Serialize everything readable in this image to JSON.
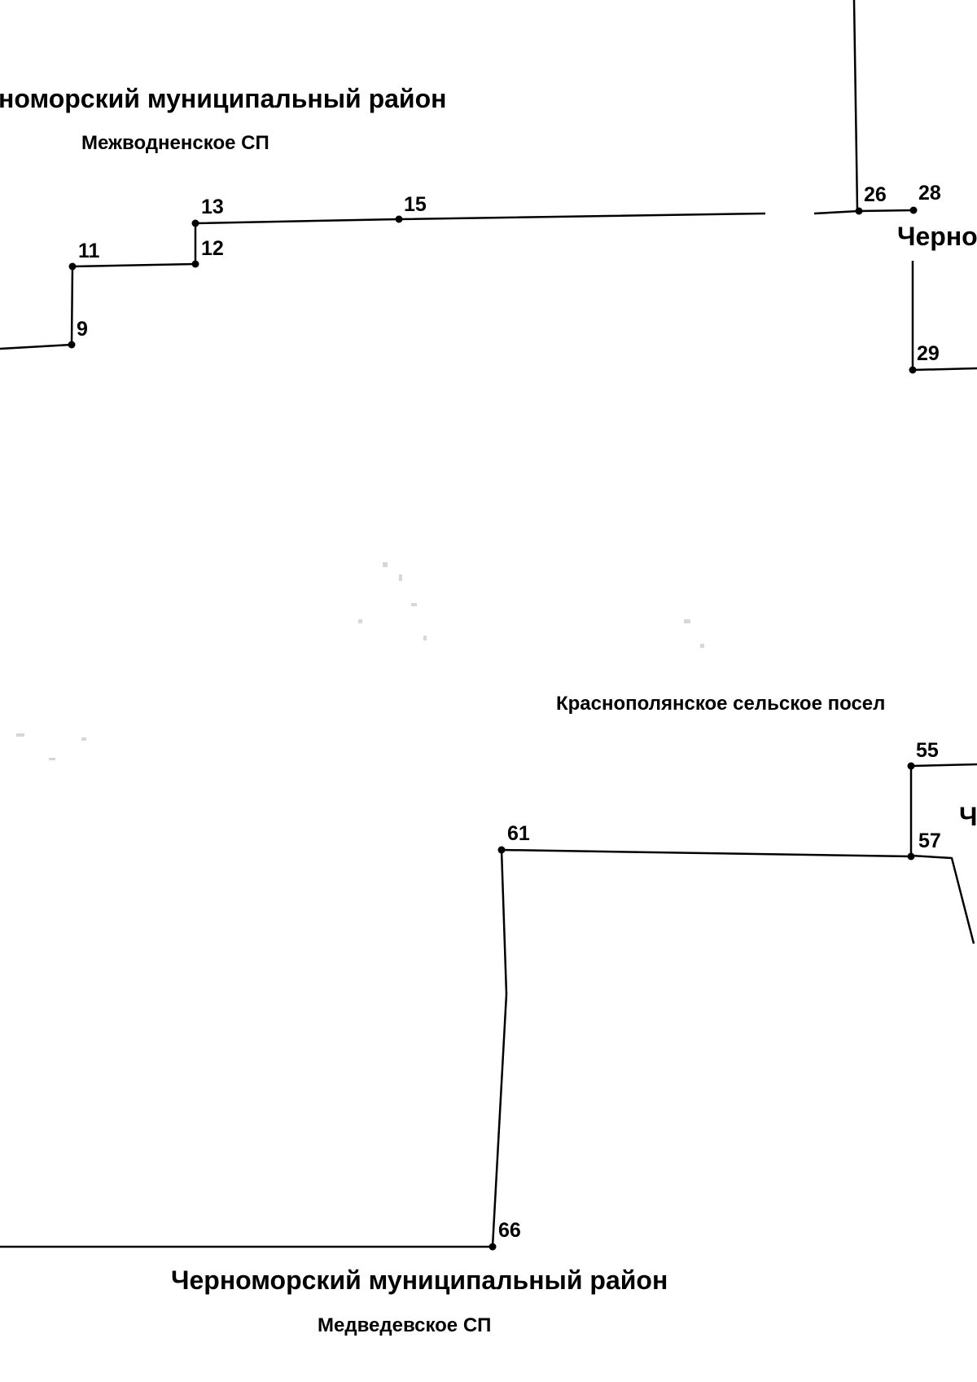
{
  "map": {
    "labels": {
      "top_district": "номорский муниципальный район",
      "top_settlement": "Межводненское СП",
      "right_top_cut": "Черно",
      "middle_settlement": "Краснополянское сельское посел",
      "right_mid_cut": "Ч",
      "bottom_district": "Черноморский муниципальный район",
      "bottom_settlement": "Медведевское СП"
    },
    "points": [
      {
        "id": "9",
        "label": "9"
      },
      {
        "id": "11",
        "label": "11"
      },
      {
        "id": "12",
        "label": "12"
      },
      {
        "id": "13",
        "label": "13"
      },
      {
        "id": "15",
        "label": "15"
      },
      {
        "id": "26",
        "label": "26"
      },
      {
        "id": "28",
        "label": "28"
      },
      {
        "id": "29",
        "label": "29"
      },
      {
        "id": "55",
        "label": "55"
      },
      {
        "id": "57",
        "label": "57"
      },
      {
        "id": "61",
        "label": "61"
      },
      {
        "id": "66",
        "label": "66"
      }
    ]
  }
}
